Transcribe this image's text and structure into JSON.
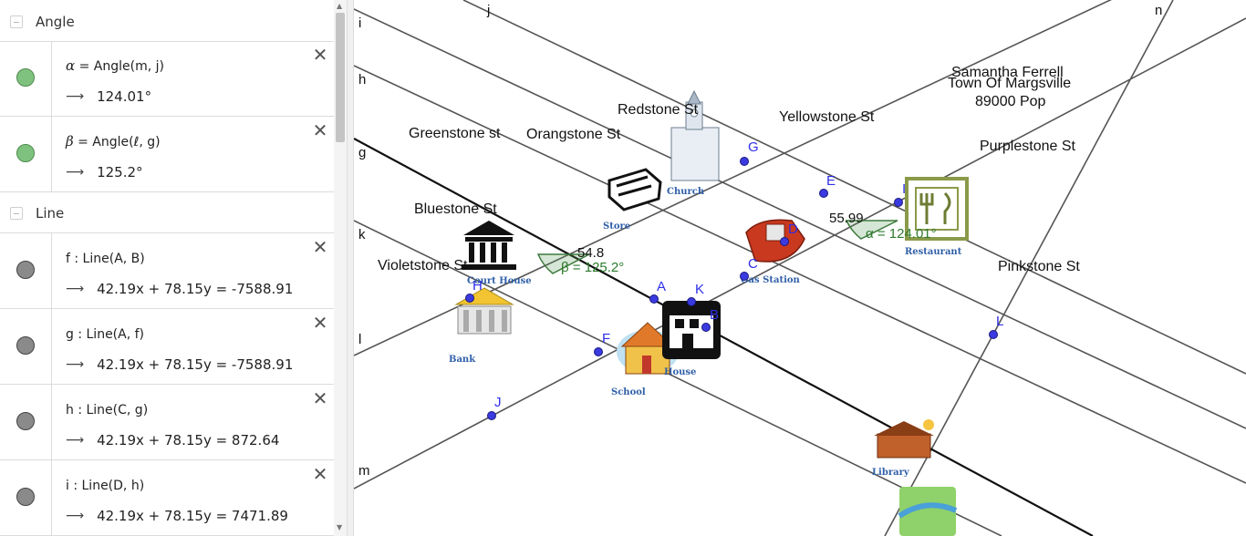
{
  "algebra": {
    "groups": {
      "angle": {
        "title": "Angle"
      },
      "line": {
        "title": "Line"
      }
    },
    "items": [
      {
        "sym": "α",
        "defText": " = Angle(m, j)",
        "value": "124.01°",
        "color": "green"
      },
      {
        "sym": "β",
        "defText": " = Angle(ℓ, g)",
        "value": "125.2°",
        "color": "green"
      },
      {
        "sym": "f",
        "defText": " : Line(A, B)",
        "value": "42.19x + 78.15y = -7588.91",
        "color": "gray"
      },
      {
        "sym": "g",
        "defText": " : Line(A, f)",
        "value": "42.19x + 78.15y = -7588.91",
        "color": "gray"
      },
      {
        "sym": "h",
        "defText": " : Line(C, g)",
        "value": "42.19x + 78.15y = 872.64",
        "color": "gray"
      },
      {
        "sym": "i",
        "defText": " : Line(D, h)",
        "value": "42.19x + 78.15y = 7471.89",
        "color": "gray"
      }
    ],
    "arrow": "⟶",
    "close": "✕"
  },
  "graphics": {
    "title": {
      "line1": "Samantha Ferrell",
      "line2": "Town Of Margsville",
      "line3": "89000 Pop"
    },
    "streets": {
      "redstone": "Redstone St",
      "yellowstone": "Yellowstone St",
      "greenstone": "Greenstone st",
      "orangstone": "Orangstone St",
      "purplestone": "Purplestone St",
      "bluestone": "Bluestone St",
      "violetstone": "Violetstone St",
      "pinkstone": "Pinkstone St"
    },
    "line_labels": {
      "i": "i",
      "j": "j",
      "h": "h",
      "g": "g",
      "k": "k",
      "l": "l",
      "m": "m",
      "n": "n"
    },
    "points": {
      "A": "A",
      "B": "B",
      "C": "C",
      "D": "D",
      "E": "E",
      "F": "F",
      "G": "G",
      "H": "H",
      "I": "I",
      "J": "J",
      "K": "K",
      "L": "L"
    },
    "angles": {
      "alpha_label": "α = 124.01°",
      "alpha_measure": "55.99",
      "beta_label": "β = 125.2°",
      "beta_measure": "54.8"
    },
    "icons": {
      "church": "Church",
      "store": "Store",
      "gas_station": "Gas Station",
      "restaurant": "Restaurant",
      "court_house": "Court House",
      "bank": "Bank",
      "school": "School",
      "house": "House",
      "library": "Library"
    },
    "colors": {
      "angle_fill": "#5a9a5a",
      "point": "#3a3ae0",
      "line": "#444444"
    }
  }
}
